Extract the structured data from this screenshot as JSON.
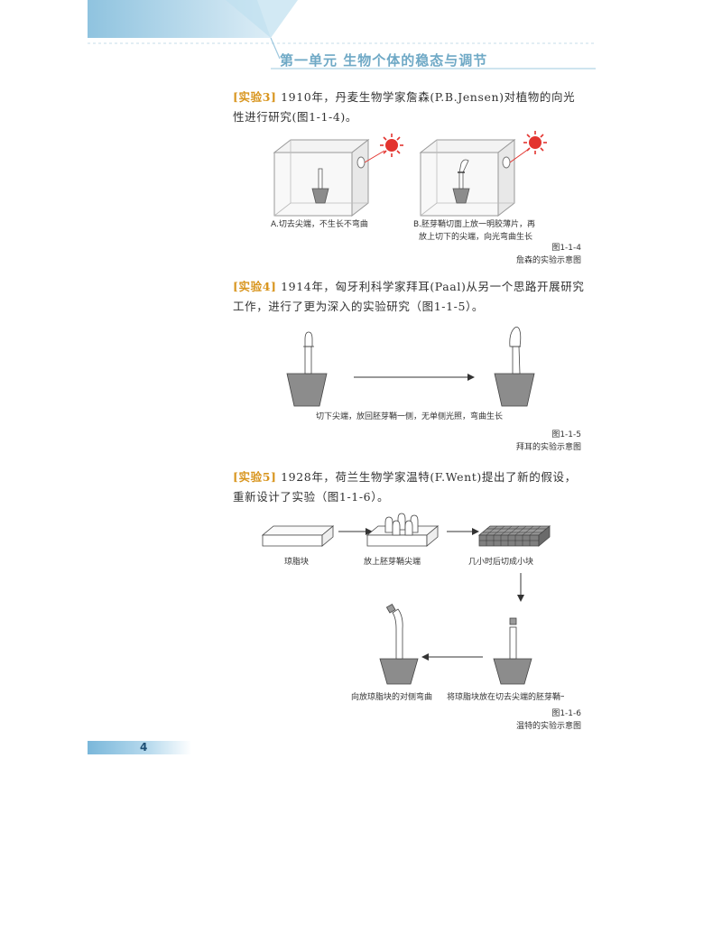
{
  "header": {
    "title": "第一单元  生物个体的稳态与调节"
  },
  "experiments": [
    {
      "tag": "[实验3]",
      "text": " 1910年，丹麦生物学家詹森(P.B.Jensen)对植物的向光性进行研究(图1-1-4)。",
      "panel_a_label": "A.切去尖端，不生长不弯曲",
      "panel_b_label_line1": "B.胚芽鞘切面上放一明胶薄片，再",
      "panel_b_label_line2": "放上切下的尖端，向光弯曲生长",
      "figure_number": "图1-1-4",
      "figure_title": "詹森的实验示意图"
    },
    {
      "tag": "[实验4]",
      "text": " 1914年，匈牙利科学家拜耳(Paal)从另一个思路开展研究工作，进行了更为深入的实验研究（图1-1-5）。",
      "step_label": "切下尖端，放回胚芽鞘一侧，无单侧光照，弯曲生长",
      "figure_number": "图1-1-5",
      "figure_title": "拜耳的实验示意图"
    },
    {
      "tag": "[实验5]",
      "text": " 1928年，荷兰生物学家温特(F.Went)提出了新的假设，重新设计了实验（图1-1-6）。",
      "steps": [
        "琼脂块",
        "放上胚芽鞘尖端",
        "几小时后切成小块",
        "将琼脂块放在切去尖端的胚芽鞘一侧",
        "向放琼脂块的对侧弯曲"
      ],
      "figure_number": "图1-1-6",
      "figure_title": "温特的实验示意图"
    }
  ],
  "footer": {
    "page_number": "4"
  },
  "colors": {
    "accent_orange": "#d8951e",
    "header_blue": "#6fa9c6",
    "pot_gray": "#8c8c8c",
    "sun_red": "#e3342f"
  }
}
